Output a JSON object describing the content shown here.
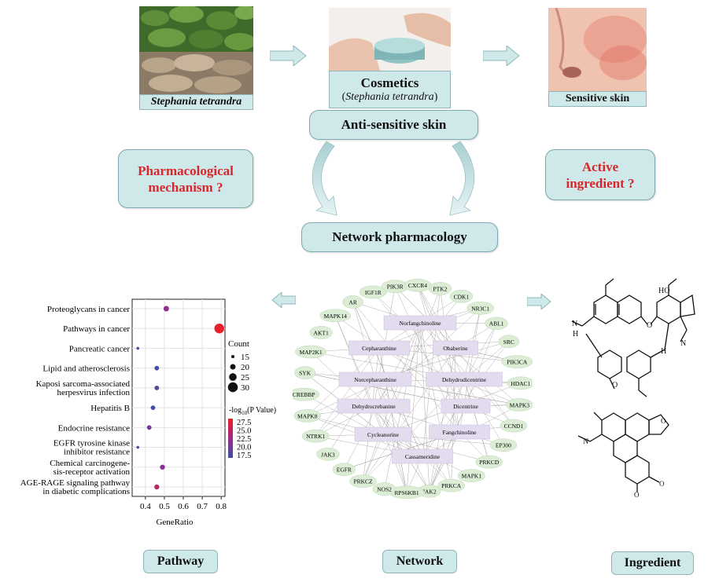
{
  "top": {
    "herb_caption": "Stephania tetrandra",
    "cosmetics_title": "Cosmetics",
    "cosmetics_sub_open": "(",
    "cosmetics_sub_italic": "Stephania tetrandra",
    "cosmetics_sub_close": ")",
    "skin_caption": "Sensitive skin"
  },
  "middle": {
    "anti_sensitive": "Anti-sensitive skin",
    "question_left": "Pharmacological mechanism ?",
    "question_right": "Active ingredient ?",
    "network_pharmacology": "Network pharmacology"
  },
  "bottom_labels": {
    "pathway": "Pathway",
    "network": "Network",
    "ingredient": "Ingredient"
  },
  "colors": {
    "box_fill": "#cfe8ea",
    "box_border": "#8fb6bb",
    "question_red": "#d9262a",
    "node_green": "#dcedd6",
    "node_purple": "#e3dcef"
  },
  "chart_data": {
    "type": "scatter",
    "xlabel": "GeneRatio",
    "xlim": [
      0.33,
      0.82
    ],
    "xticks": [
      "0.4",
      "0.5",
      "0.6",
      "0.7",
      "0.8"
    ],
    "categories": [
      "Proteoglycans in cancer",
      "Pathways in cancer",
      "Pancreatic cancer",
      "Lipid and atherosclerosis",
      "Kaposi sarcoma-associated herpesvirus infection",
      "Hepatitis B",
      "Endocrine resistance",
      "EGFR tyrosine kinase inhibitor resistance",
      "Chemical carcinogenesis-receptor activation",
      "AGE-RAGE signaling pathway in diabetic complications"
    ],
    "category_display": [
      [
        "Proteoglycans in cancer"
      ],
      [
        "Pathways in cancer"
      ],
      [
        "Pancreatic cancer"
      ],
      [
        "Lipid and atherosclerosis"
      ],
      [
        "Kaposi sarcoma-associated",
        "herpesvirus infection"
      ],
      [
        "Hepatitis B"
      ],
      [
        "Endocrine resistance"
      ],
      [
        "EGFR tyrosine kinase",
        "inhibitor resistance"
      ],
      [
        "Chemical carcinogene-",
        "sis-receptor activation"
      ],
      [
        "AGE-RAGE signaling pathway",
        "in diabetic complications"
      ]
    ],
    "gene_ratio": [
      0.51,
      0.79,
      0.36,
      0.46,
      0.46,
      0.44,
      0.42,
      0.36,
      0.49,
      0.46
    ],
    "count": [
      20,
      30,
      14,
      18,
      18,
      18,
      18,
      14,
      19,
      19
    ],
    "neg_log10_p": [
      22,
      28,
      18,
      17.5,
      19,
      17.8,
      21,
      17.5,
      21.5,
      25
    ],
    "size_legend": {
      "title": "Count",
      "values": [
        "15",
        "20",
        "25",
        "30"
      ]
    },
    "color_legend": {
      "title_prefix": "-log",
      "title_sub": "10",
      "title_suffix": "(P Value)",
      "values": [
        "27.5",
        "25.0",
        "22.5",
        "20.0",
        "17.5"
      ],
      "low_color": "#3d4fa8",
      "high_color": "#e8202a"
    },
    "grid": true
  },
  "network": {
    "genes": [
      "PTK2",
      "CDK1",
      "NR3C1",
      "ABL1",
      "SRC",
      "PIK3CA",
      "HDAC1",
      "MAPK3",
      "CCND1",
      "EP300",
      "PRKCD",
      "MAPK1",
      "PRKCA",
      "JAK2",
      "RPS6KB1",
      "NOS2",
      "PRKCZ",
      "EGFR",
      "JAK3",
      "NTRK1",
      "MAPK8",
      "CREBBP",
      "SYK",
      "MAP2K1",
      "AKT1",
      "MAPK14",
      "AR",
      "IGF1R",
      "PIK3R",
      "CXCR4"
    ],
    "compounds": [
      "Norfangchinoline",
      "Cepharanthine",
      "Obaberine",
      "Dehydrodicentrine",
      "Norcepharanthine",
      "Dehydrocrebanine",
      "Dicentrine",
      "Cycleanorine",
      "Fangchinoline",
      "Cassameridine"
    ]
  }
}
